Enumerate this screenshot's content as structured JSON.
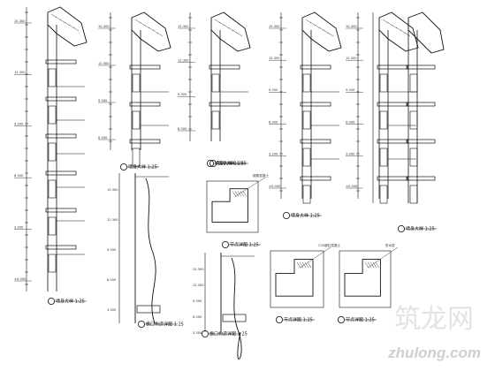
{
  "drawing": {
    "details": [
      {
        "id": "d1",
        "caption": "墙身大样 1:25"
      },
      {
        "id": "d2",
        "caption": "墙身大样 1:25"
      },
      {
        "id": "d3",
        "caption": "墙身大样 1:25"
      },
      {
        "id": "d4",
        "caption": "墙身大样 1:25"
      },
      {
        "id": "d5",
        "caption": "墙身大样 1:25"
      },
      {
        "id": "d6",
        "caption": "墙身大样 1:25"
      },
      {
        "id": "d7",
        "caption": "檐口构造详图 1:25"
      },
      {
        "id": "d8",
        "caption": "节点详图 1:25"
      },
      {
        "id": "d9",
        "caption": "檐口构造详图 1:25"
      },
      {
        "id": "d10",
        "caption": "节点详图 1:25"
      },
      {
        "id": "d11",
        "caption": "节点详图 1:25"
      }
    ],
    "level_marks": [
      "15.300",
      "12.300",
      "9.300",
      "6.300",
      "3.300",
      "±0.000"
    ],
    "small_notes": [
      "钢筋混凝土",
      "C20细石混凝土",
      "防水层"
    ]
  },
  "watermark": {
    "text": "zhulong.com",
    "cn": "筑龙网"
  }
}
